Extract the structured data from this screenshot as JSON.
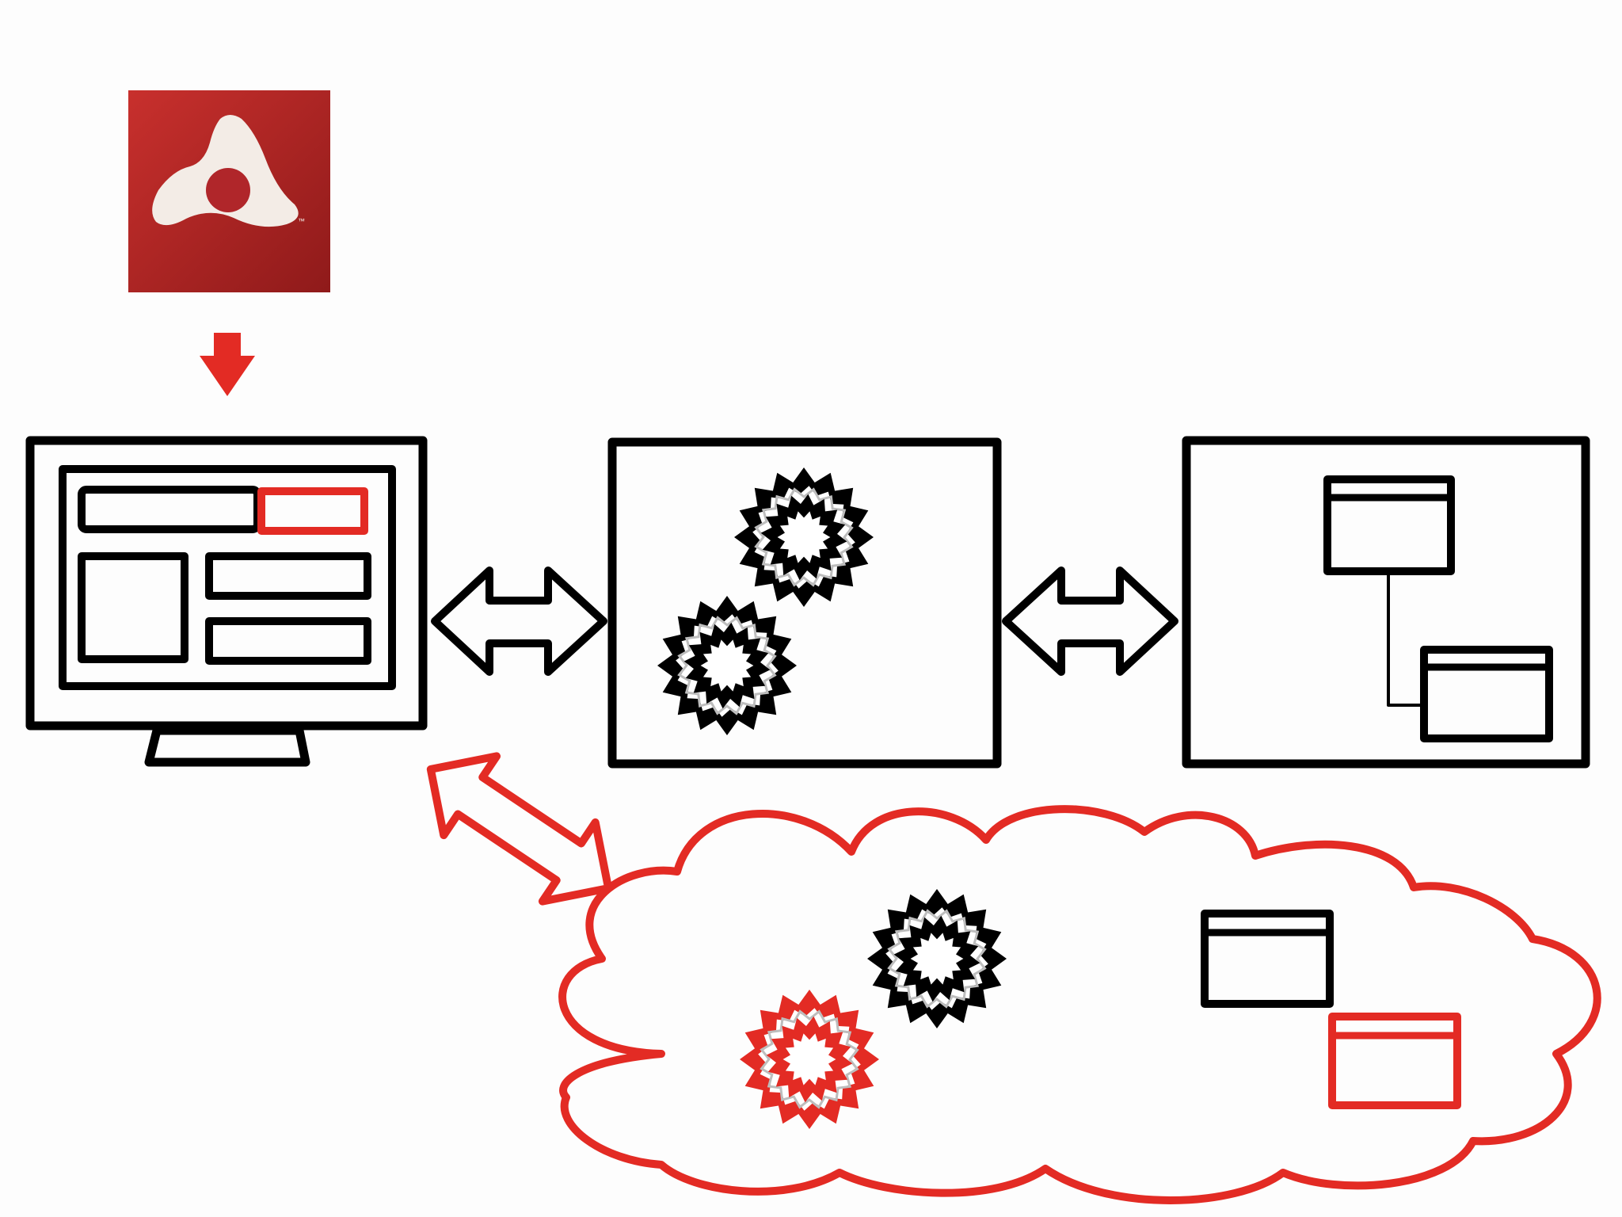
{
  "logo": {
    "icon": "air-logo-icon",
    "mark": "™",
    "colors": {
      "dark": "#8f1a1a",
      "light": "#c8302d",
      "glyph": "#f3ece6"
    }
  },
  "colors": {
    "ink": "#000000",
    "accent": "#e32b24",
    "background": "#fdfdfd",
    "gear_inner": "#bdbdbd"
  },
  "nodes": [
    {
      "id": "client-monitor",
      "icon": "monitor-icon"
    },
    {
      "id": "server-logic",
      "icon": "gears-icon"
    },
    {
      "id": "database",
      "icon": "tables-icon"
    },
    {
      "id": "cloud",
      "icon": "cloud-icon"
    }
  ],
  "connections": [
    {
      "from": "client-monitor",
      "to": "server-logic",
      "type": "bidirectional",
      "color": "black"
    },
    {
      "from": "server-logic",
      "to": "database",
      "type": "bidirectional",
      "color": "black"
    },
    {
      "from": "client-monitor",
      "to": "cloud",
      "type": "bidirectional",
      "color": "red"
    },
    {
      "from": "logo",
      "to": "client-monitor",
      "type": "down",
      "color": "red"
    }
  ]
}
